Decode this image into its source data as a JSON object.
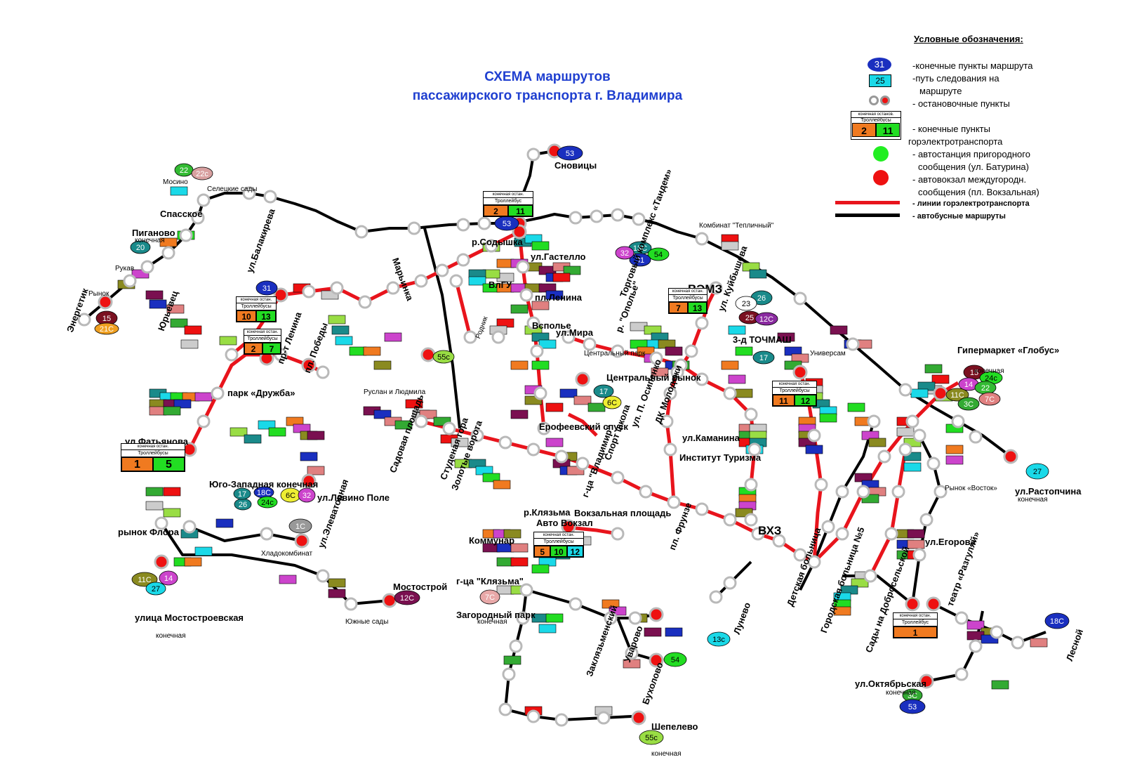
{
  "title": {
    "line1": "СХЕМА маршрутов",
    "line2": "пассажирского транспорта  г. Владимира"
  },
  "colors": {
    "trolley_line": "#e8141c",
    "bus_line": "#000000",
    "title": "#1f3fd0",
    "terminal_oval": "#1a2fbf",
    "route_box": "#1ad9e8",
    "stop_grey": "#b9b9b9",
    "stop_red": "#ee1111",
    "station_green": "#22ee22"
  },
  "legend": {
    "heading": "Условные обозначения:",
    "items": [
      {
        "symbol": "31",
        "text": "-конечные пункты маршрута"
      },
      {
        "symbol": "25",
        "text": "-путь следования на"
      },
      {
        "symbol": "",
        "text": "маршруте"
      },
      {
        "symbol": "",
        "text": "- остановочные пункты"
      },
      {
        "symbol": "",
        "text": "- конечные пункты"
      },
      {
        "symbol": "",
        "text": "горэлектротранспорта"
      },
      {
        "symbol": "",
        "text": "- автостанция пригородного"
      },
      {
        "symbol": "",
        "text": "сообщения (ул. Батурина)"
      },
      {
        "symbol": "",
        "text": "- автовокзал междугородн."
      },
      {
        "symbol": "",
        "text": "сообщения (пл. Вокзальная)"
      },
      {
        "symbol": "",
        "text": "- линии горэлектротранспорта"
      },
      {
        "symbol": "",
        "text": "-  автобусные маршруты"
      }
    ],
    "card": {
      "header": "конечная останов.",
      "sub": "Троллейбусы",
      "cells": [
        "2",
        "11"
      ]
    }
  },
  "places": [
    {
      "id": "snovitsy",
      "text": "Сновицы",
      "size": "big"
    },
    {
      "id": "energetik",
      "text": "Энергетик",
      "size": "big"
    },
    {
      "id": "piganovo",
      "text": "Пиганово",
      "size": "big"
    },
    {
      "id": "piganovo-term",
      "text": "конечная",
      "size": "small"
    },
    {
      "id": "mosino",
      "text": "Мосино",
      "size": "small"
    },
    {
      "id": "spasskoe",
      "text": "Спасское",
      "size": "big"
    },
    {
      "id": "selitskie",
      "text": "Селецкие сады",
      "size": "small"
    },
    {
      "id": "rukav",
      "text": "Рукав",
      "size": "small"
    },
    {
      "id": "rynok",
      "text": "Рынок",
      "size": "small"
    },
    {
      "id": "yurievets",
      "text": "Юрьевец",
      "size": "big"
    },
    {
      "id": "balakireva",
      "text": "ул.Балакирева",
      "size": "big"
    },
    {
      "id": "marinka",
      "text": "Марьинка",
      "size": "big"
    },
    {
      "id": "sodyshka",
      "text": "р.Содышка",
      "size": "big"
    },
    {
      "id": "gastello",
      "text": "ул.Гастелло",
      "size": "big"
    },
    {
      "id": "vlgu",
      "text": "ВлГУ",
      "size": "big"
    },
    {
      "id": "pl-lenina",
      "text": "пл.Ленина",
      "size": "big"
    },
    {
      "id": "vspole",
      "text": "Всполье",
      "size": "big"
    },
    {
      "id": "ul-mira",
      "text": "ул.Мира",
      "size": "big"
    },
    {
      "id": "vemz",
      "text": "ВЭМЗ",
      "size": "xl"
    },
    {
      "id": "kuybysheva",
      "text": "ул. Куйбышева",
      "size": "big"
    },
    {
      "id": "tochmash",
      "text": "3-д ТОЧМАШ",
      "size": "big"
    },
    {
      "id": "tandem",
      "text": "Торговый комплекс «Тандем»",
      "size": "big"
    },
    {
      "id": "globus",
      "text": "Гипермаркет «Глобус»",
      "size": "big"
    },
    {
      "id": "globus-term",
      "text": "конечная",
      "size": "small"
    },
    {
      "id": "rastopchina",
      "text": "ул.Растопчина",
      "size": "big"
    },
    {
      "id": "rastopchina-term",
      "text": "конечная",
      "size": "small"
    },
    {
      "id": "park-druzhba",
      "text": "парк «Дружба»",
      "size": "big"
    },
    {
      "id": "pr-lenina",
      "text": "пр-т Ленина",
      "size": "big"
    },
    {
      "id": "pl-pobedy",
      "text": "пл. Победы",
      "size": "big"
    },
    {
      "id": "fatyanova",
      "text": "ул.Фатьянова",
      "size": "big"
    },
    {
      "id": "yugo-zap",
      "text": "Юго-Западная конечная",
      "size": "big"
    },
    {
      "id": "elevatornaya",
      "text": "ул.Элеваторная",
      "size": "big"
    },
    {
      "id": "rynok-flora",
      "text": "рынок Флора",
      "size": "big"
    },
    {
      "id": "mostostroy",
      "text": "Мостострой",
      "size": "big"
    },
    {
      "id": "mostostroevskaya",
      "text": "улица Мостостроевская",
      "size": "big"
    },
    {
      "id": "mostostroevskaya-term",
      "text": "конечная",
      "size": "small"
    },
    {
      "id": "levino",
      "text": "ул.Левино Поле",
      "size": "big"
    },
    {
      "id": "sadovaya",
      "text": "Садовая площадь",
      "size": "big"
    },
    {
      "id": "zolotye",
      "text": "Золотые ворота",
      "size": "big"
    },
    {
      "id": "studenaya",
      "text": "Студеная гора",
      "size": "big"
    },
    {
      "id": "erofeevsky",
      "text": "Ерофеевский спуск",
      "size": "big"
    },
    {
      "id": "gc-vladimir",
      "text": "г-ца \"Владимир\"",
      "size": "big"
    },
    {
      "id": "sport-shkola",
      "text": "Спорт школа",
      "size": "big"
    },
    {
      "id": "tsentr-rynok",
      "text": "Центральный рынок",
      "size": "big"
    },
    {
      "id": "vokzalnaya",
      "text": "Вокзальная площадь",
      "size": "big"
    },
    {
      "id": "avtovokzal",
      "text": "Авто Вокзал",
      "size": "big"
    },
    {
      "id": "frunze",
      "text": "пл. Фрунзе",
      "size": "big"
    },
    {
      "id": "vhz",
      "text": "ВХЗ",
      "size": "xl"
    },
    {
      "id": "kaminina",
      "text": "ул.Каманина",
      "size": "big"
    },
    {
      "id": "institut-turizma",
      "text": "Институт Туризма",
      "size": "big"
    },
    {
      "id": "egorova",
      "text": "ул.Егорова",
      "size": "big"
    },
    {
      "id": "teatr",
      "text": "театр «Разгуляй»",
      "size": "big"
    },
    {
      "id": "lesnoy",
      "text": "Лесной",
      "size": "big"
    },
    {
      "id": "oktyabrskaya",
      "text": "ул.Октябрьская",
      "size": "big"
    },
    {
      "id": "oktyabrskaya-term",
      "text": "конечная",
      "size": "small"
    },
    {
      "id": "shepelevo",
      "text": "Шепелево",
      "size": "big"
    },
    {
      "id": "shepelevo-term",
      "text": "конечная",
      "size": "small"
    },
    {
      "id": "zagorodny",
      "text": "Загородный парк",
      "size": "big"
    },
    {
      "id": "zagorodny-term",
      "text": "конечная",
      "size": "small"
    },
    {
      "id": "kommunar",
      "text": "Коммунар",
      "size": "big"
    },
    {
      "id": "klyazma",
      "text": "г-ца \"Клязьма\"",
      "size": "big"
    },
    {
      "id": "r-klyazma",
      "text": "р.Клязьма",
      "size": "big"
    },
    {
      "id": "bukholovo",
      "text": "Бухолово",
      "size": "big"
    },
    {
      "id": "uvarovo",
      "text": "Уварово",
      "size": "big"
    },
    {
      "id": "lunevo",
      "text": "Лунево",
      "size": "big"
    },
    {
      "id": "zaklyazmensky",
      "text": "Заклязьменский",
      "size": "big"
    },
    {
      "id": "det-bolnitsa",
      "text": "Детская больница",
      "size": "big"
    },
    {
      "id": "gor-bolnitsa",
      "text": "Городская больница №5",
      "size": "big"
    },
    {
      "id": "sady-dobroselskoy",
      "text": "Сады на Добросельской",
      "size": "big"
    },
    {
      "id": "rynok-vostok",
      "text": "Рынок «Восток»",
      "size": "small"
    },
    {
      "id": "universam",
      "text": "Универсам",
      "size": "small"
    },
    {
      "id": "mostostroy-yuzh",
      "text": "Южные сады",
      "size": "small"
    },
    {
      "id": "hladokombinat",
      "text": "Хладокомбинат",
      "size": "small"
    },
    {
      "id": "ruslan",
      "text": "Руслан и Людмила",
      "size": "small"
    },
    {
      "id": "rodnik",
      "text": "Родник",
      "size": "small"
    },
    {
      "id": "tsentralny-park",
      "text": "Центральный парк",
      "size": "small"
    },
    {
      "id": "dk-molodezhi",
      "text": "ДК Молодежи",
      "size": "big"
    },
    {
      "id": "osipenko",
      "text": "ул. П. Осипенко",
      "size": "big"
    },
    {
      "id": "opole",
      "text": "р. \"Ополье\"",
      "size": "big"
    },
    {
      "id": "kombinat",
      "text": "Комбинат \"Тепличный\"",
      "size": "small"
    }
  ],
  "terminal_cards": [
    {
      "id": "card-sodyshka",
      "header": "конечная остан.",
      "sub": "Троллейбус",
      "cells": [
        "2",
        "11"
      ]
    },
    {
      "id": "card-balakireva",
      "header": "конечная остан.",
      "sub": "Троллейбусы",
      "cells": [
        "10",
        "13"
      ]
    },
    {
      "id": "card-pr-lenina",
      "header": "конечная остан.",
      "sub": "Троллейбусы",
      "cells": [
        "2",
        "7"
      ]
    },
    {
      "id": "card-vemz",
      "header": "конечная остан.",
      "sub": "Троллейбусы",
      "cells": [
        "7",
        "13"
      ]
    },
    {
      "id": "card-fatyanova",
      "header": "конечная остан.",
      "sub": "Троллейбусы",
      "cells": [
        "1",
        "5"
      ]
    },
    {
      "id": "card-vokzal",
      "header": "конечная остан.",
      "sub": "Троллейбусы",
      "cells": [
        "5",
        "10",
        "12"
      ]
    },
    {
      "id": "card-universam",
      "header": "конечная остан.",
      "sub": "Троллейбусы",
      "cells": [
        "11",
        "12"
      ]
    },
    {
      "id": "card-sady",
      "header": "конечная остан.",
      "sub": "Троллейбус",
      "cells": [
        "1"
      ]
    }
  ],
  "terminals": [
    {
      "id": "t-snovitsy",
      "label": "53",
      "color": "#1a2fbf"
    },
    {
      "id": "t-sodyshka",
      "label": "53",
      "color": "#1a2fbf"
    },
    {
      "id": "t-energetik",
      "label": "15",
      "color": "#7a1020"
    },
    {
      "id": "t-energetik2",
      "label": "21С",
      "color": "#f0a020"
    },
    {
      "id": "t-piganovo",
      "label": "20",
      "color": "#1a8a8a"
    },
    {
      "id": "t-mosino1",
      "label": "22",
      "color": "#33bb33"
    },
    {
      "id": "t-mosino2",
      "label": "22с",
      "color": "#d8a0a0"
    },
    {
      "id": "t-balakireva",
      "label": "31",
      "color": "#1a2fbf"
    },
    {
      "id": "t-tandem1",
      "label": "13С",
      "color": "#1a8a8a"
    },
    {
      "id": "t-tandem2",
      "label": "54",
      "color": "#22dd22"
    },
    {
      "id": "t-tandem3",
      "label": "31",
      "color": "#1a2fbf"
    },
    {
      "id": "t-tandem4",
      "label": "32",
      "color": "#cc44cc"
    },
    {
      "id": "t-vemz1",
      "label": "26",
      "color": "#1a8a8a"
    },
    {
      "id": "t-vemz2",
      "label": "23",
      "color": "#ffffff"
    },
    {
      "id": "t-vemz3",
      "label": "25",
      "color": "#7a1020"
    },
    {
      "id": "t-vemz4",
      "label": "12С",
      "color": "#8a2aa0"
    },
    {
      "id": "t-tochmash",
      "label": "17",
      "color": "#1a8a8a"
    },
    {
      "id": "t-globus1",
      "label": "15",
      "color": "#7a1020"
    },
    {
      "id": "t-globus2",
      "label": "24с",
      "color": "#22dd22"
    },
    {
      "id": "t-globus3",
      "label": "14",
      "color": "#cc44cc"
    },
    {
      "id": "t-globus4",
      "label": "22",
      "color": "#33bb33"
    },
    {
      "id": "t-globus5",
      "label": "11С",
      "color": "#8a8a20"
    },
    {
      "id": "t-globus6",
      "label": "7С",
      "color": "#e08080"
    },
    {
      "id": "t-globus7",
      "label": "3С",
      "color": "#33aa33"
    },
    {
      "id": "t-rastopchina",
      "label": "27",
      "color": "#1ad9e8"
    },
    {
      "id": "t-yugo1",
      "label": "18С",
      "color": "#1a2fbf"
    },
    {
      "id": "t-yugo2",
      "label": "24с",
      "color": "#22dd22"
    },
    {
      "id": "t-yugo3",
      "label": "26",
      "color": "#1a8a8a"
    },
    {
      "id": "t-yugo4",
      "label": "17",
      "color": "#1a8a8a"
    },
    {
      "id": "t-elevator",
      "label": "1С",
      "color": "#999999"
    },
    {
      "id": "t-mostostroev1",
      "label": "11С",
      "color": "#8a8a20"
    },
    {
      "id": "t-mostostroev2",
      "label": "14",
      "color": "#cc44cc"
    },
    {
      "id": "t-mostostroev3",
      "label": "27",
      "color": "#1ad9e8"
    },
    {
      "id": "t-mostostroy",
      "label": "12С",
      "color": "#7a1050"
    },
    {
      "id": "t-levino1",
      "label": "6С",
      "color": "#eeee33"
    },
    {
      "id": "t-levino2",
      "label": "32",
      "color": "#cc44cc"
    },
    {
      "id": "t-tsentr1",
      "label": "17",
      "color": "#1a8a8a"
    },
    {
      "id": "t-tsentr2",
      "label": "6С",
      "color": "#eeee33"
    },
    {
      "id": "t-zagorodny",
      "label": "7С",
      "color": "#e8a8a8"
    },
    {
      "id": "t-bukholovo",
      "label": "54",
      "color": "#22dd22"
    },
    {
      "id": "t-lunevo",
      "label": "13с",
      "color": "#1ad9e8"
    },
    {
      "id": "t-shepelevo",
      "label": "55с",
      "color": "#99dd44"
    },
    {
      "id": "t-lesnoy",
      "label": "18С",
      "color": "#1a2fbf"
    },
    {
      "id": "t-oktyabrskaya1",
      "label": "3С",
      "color": "#33aa33"
    },
    {
      "id": "t-oktyabrskaya2",
      "label": "53",
      "color": "#1a2fbf"
    },
    {
      "id": "t-dvorets",
      "label": "55с",
      "color": "#99dd44"
    }
  ]
}
